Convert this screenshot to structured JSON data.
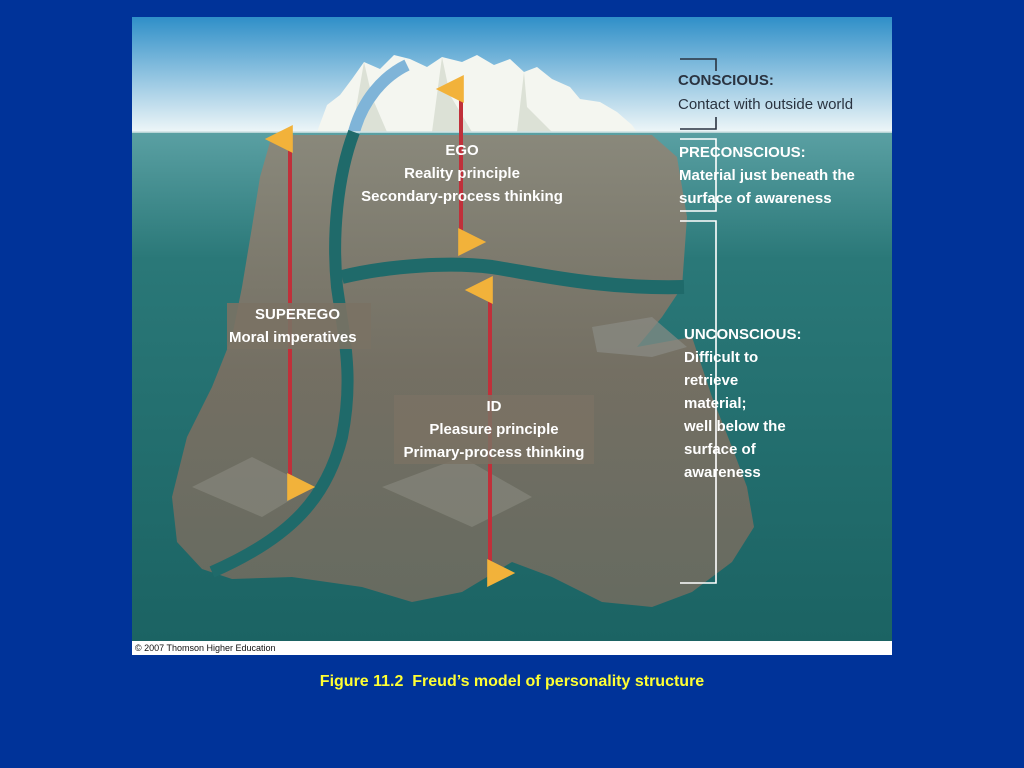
{
  "figure": {
    "ego": {
      "title": "EGO",
      "line1": "Reality principle",
      "line2": "Secondary-process thinking"
    },
    "superego": {
      "title": "SUPEREGO",
      "line1": "Moral imperatives"
    },
    "id": {
      "title": "ID",
      "line1": "Pleasure principle",
      "line2": "Primary-process thinking"
    },
    "conscious": {
      "title": "CONSCIOUS:",
      "desc": "Contact with outside world"
    },
    "preconscious": {
      "title": "PRECONSCIOUS:",
      "line1": "Material just beneath the",
      "line2": "surface of awareness"
    },
    "unconscious": {
      "title": "UNCONSCIOUS:",
      "lines": [
        "Difficult to",
        "retrieve",
        "material;",
        "well below the",
        "surface of",
        "awareness"
      ]
    },
    "credit": "© 2007 Thomson Higher Education"
  },
  "caption": "Figure 11.2  Freud’s model of personality structure",
  "colors": {
    "background": "#003399",
    "sky_top": "#2f8fc8",
    "water": "#1f6a6a",
    "iceberg_underwater": "#7a7264",
    "arrow_shaft": "#c0303a",
    "caption": "#ffff33"
  }
}
